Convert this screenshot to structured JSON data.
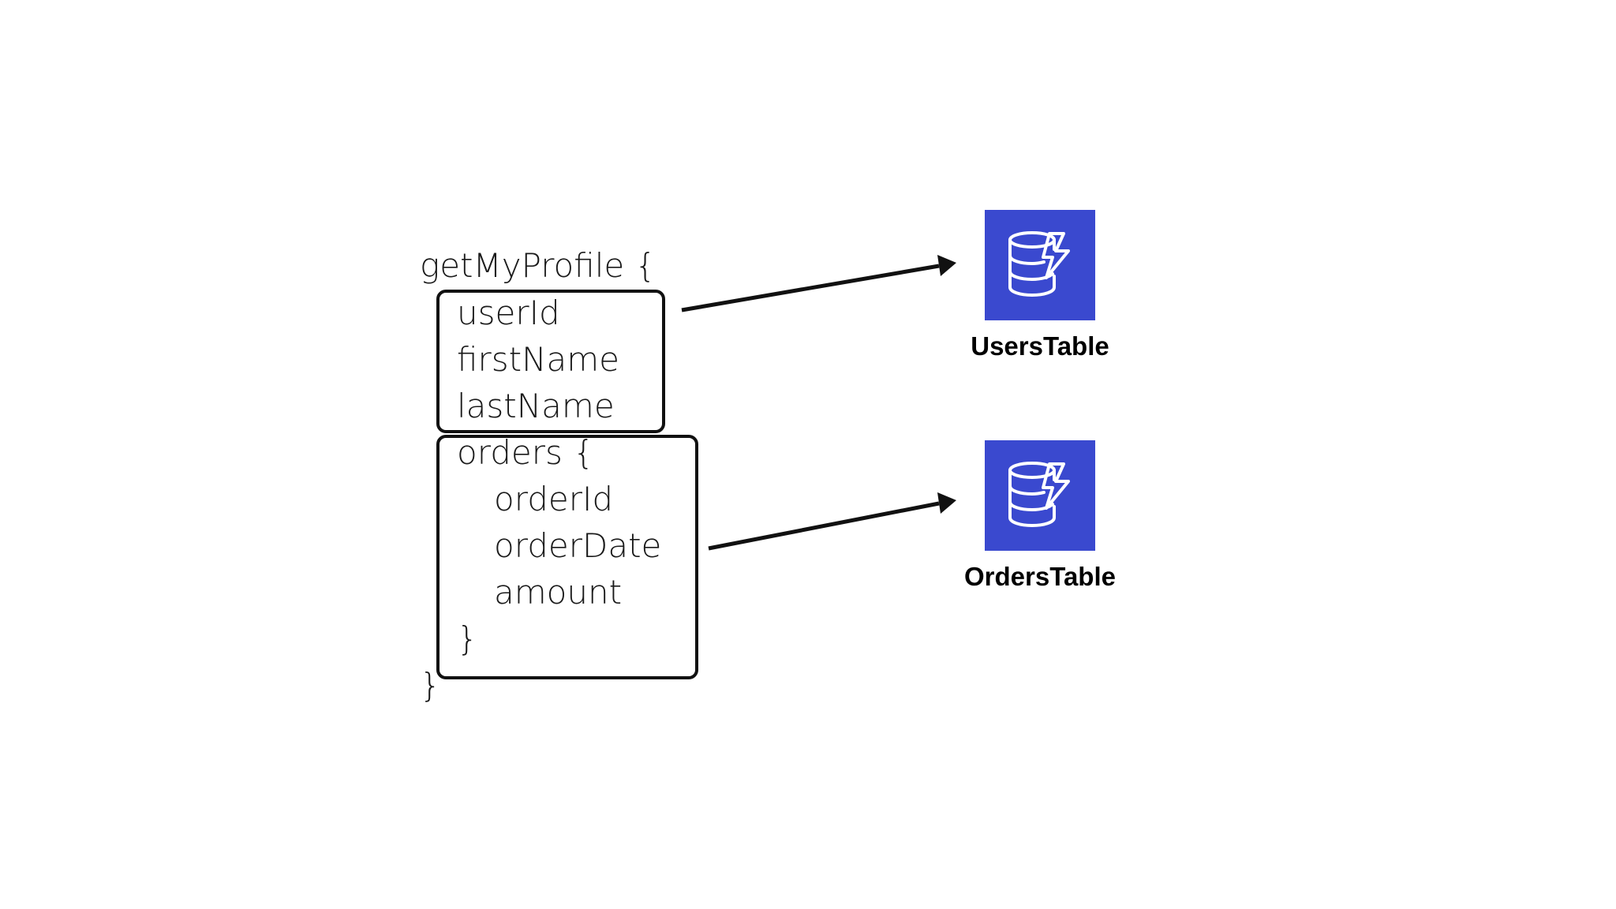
{
  "query": {
    "open_line": "getMyProfile {",
    "user_fields": [
      "userId",
      "firstName",
      "lastName"
    ],
    "orders_open": "orders {",
    "order_fields": [
      "orderId",
      "orderDate",
      "amount"
    ],
    "orders_close": "}",
    "close_line": "}"
  },
  "tables": [
    {
      "label": "UsersTable",
      "icon": "dynamodb-icon"
    },
    {
      "label": "OrdersTable",
      "icon": "dynamodb-icon"
    }
  ],
  "colors": {
    "icon_background": "#3a49cf",
    "icon_foreground": "#ffffff",
    "stroke": "#111111"
  }
}
